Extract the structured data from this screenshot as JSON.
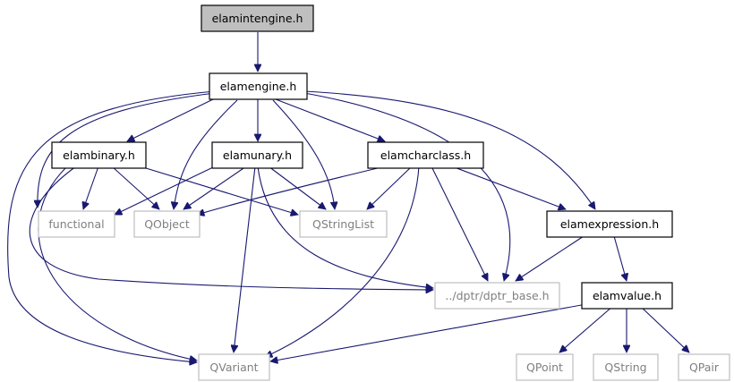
{
  "graph": {
    "nodes": {
      "elamintengine": {
        "label": "elamintengine.h",
        "kind": "root"
      },
      "elamengine": {
        "label": "elamengine.h",
        "kind": "file"
      },
      "elambinary": {
        "label": "elambinary.h",
        "kind": "file"
      },
      "elamunary": {
        "label": "elamunary.h",
        "kind": "file"
      },
      "elamcharclass": {
        "label": "elamcharclass.h",
        "kind": "file"
      },
      "elamexpression": {
        "label": "elamexpression.h",
        "kind": "file"
      },
      "elamvalue": {
        "label": "elamvalue.h",
        "kind": "file"
      },
      "functional": {
        "label": "functional",
        "kind": "external"
      },
      "qobject": {
        "label": "QObject",
        "kind": "external"
      },
      "qstringlist": {
        "label": "QStringList",
        "kind": "external"
      },
      "dptr_base": {
        "label": "../dptr/dptr_base.h",
        "kind": "external"
      },
      "qvariant": {
        "label": "QVariant",
        "kind": "external"
      },
      "qpoint": {
        "label": "QPoint",
        "kind": "external"
      },
      "qstring": {
        "label": "QString",
        "kind": "external"
      },
      "qpair": {
        "label": "QPair",
        "kind": "external"
      }
    },
    "edges": [
      [
        "elamintengine",
        "elamengine"
      ],
      [
        "elamengine",
        "elambinary"
      ],
      [
        "elamengine",
        "elamunary"
      ],
      [
        "elamengine",
        "elamcharclass"
      ],
      [
        "elamengine",
        "elamexpression"
      ],
      [
        "elamengine",
        "functional"
      ],
      [
        "elamengine",
        "qobject"
      ],
      [
        "elamengine",
        "qstringlist"
      ],
      [
        "elamengine",
        "dptr_base"
      ],
      [
        "elamengine",
        "qvariant"
      ],
      [
        "elambinary",
        "functional"
      ],
      [
        "elambinary",
        "qobject"
      ],
      [
        "elambinary",
        "qstringlist"
      ],
      [
        "elambinary",
        "dptr_base"
      ],
      [
        "elambinary",
        "qvariant"
      ],
      [
        "elamunary",
        "functional"
      ],
      [
        "elamunary",
        "qobject"
      ],
      [
        "elamunary",
        "qstringlist"
      ],
      [
        "elamunary",
        "dptr_base"
      ],
      [
        "elamunary",
        "qvariant"
      ],
      [
        "elamcharclass",
        "qobject"
      ],
      [
        "elamcharclass",
        "qstringlist"
      ],
      [
        "elamcharclass",
        "dptr_base"
      ],
      [
        "elamcharclass",
        "qvariant"
      ],
      [
        "elamcharclass",
        "elamexpression"
      ],
      [
        "elamexpression",
        "dptr_base"
      ],
      [
        "elamexpression",
        "elamvalue"
      ],
      [
        "elamvalue",
        "qvariant"
      ],
      [
        "elamvalue",
        "qpoint"
      ],
      [
        "elamvalue",
        "qstring"
      ],
      [
        "elamvalue",
        "qpair"
      ]
    ]
  }
}
